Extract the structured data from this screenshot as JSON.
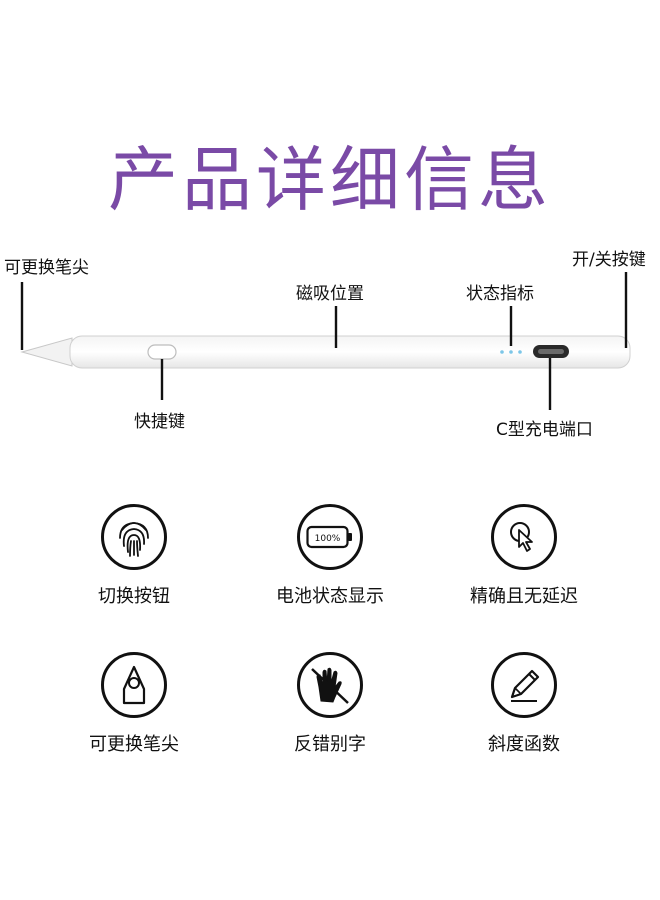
{
  "title": "产品详细信息",
  "diagram": {
    "replaceable_tip": "可更换笔尖",
    "power_button": "开/关按键",
    "magnetic_position": "磁吸位置",
    "status_indicator": "状态指标",
    "shortcut_key": "快捷键",
    "usb_c_port": "C型充电端口"
  },
  "features": [
    {
      "icon": "fingerprint-icon",
      "label": "切换按钮"
    },
    {
      "icon": "battery-icon",
      "label": "电池状态显示",
      "icon_text": "100%"
    },
    {
      "icon": "cursor-click-icon",
      "label": "精确且无延迟"
    },
    {
      "icon": "pen-tip-icon",
      "label": "可更换笔尖"
    },
    {
      "icon": "glove-icon",
      "label": "反错别字"
    },
    {
      "icon": "tilt-pencil-icon",
      "label": "斜度函数"
    }
  ],
  "colors": {
    "title": "#7a4aa6",
    "indicator": "#7cc6e8"
  }
}
